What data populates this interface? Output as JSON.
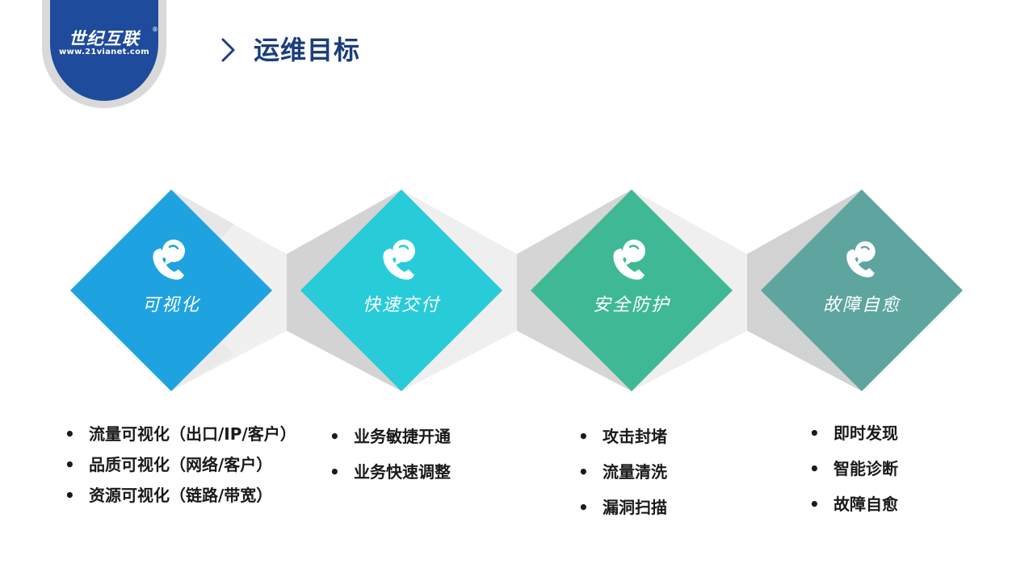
{
  "logo": {
    "brand": "世纪互联",
    "url": "www.21vianet.com",
    "reg_mark": "®"
  },
  "header": {
    "title": "运维目标"
  },
  "colors": {
    "title": "#1b3f7a",
    "logo_blue": "#1e4b9c",
    "diamond_1": "#1fa3e0",
    "diamond_2": "#27ccd8",
    "diamond_3": "#3fb995",
    "diamond_4": "#5ea49f",
    "connector": "#dcdcdc"
  },
  "goals": [
    {
      "label": "可视化",
      "icon": "phone-chat-icon",
      "items": [
        "流量可视化（出口/IP/客户）",
        "品质可视化（网络/客户）",
        "资源可视化（链路/带宽）"
      ]
    },
    {
      "label": "快速交付",
      "icon": "phone-chat-icon",
      "items": [
        "业务敏捷开通",
        "业务快速调整"
      ]
    },
    {
      "label": "安全防护",
      "icon": "phone-chat-icon",
      "items": [
        "攻击封堵",
        "流量清洗",
        "漏洞扫描"
      ]
    },
    {
      "label": "故障自愈",
      "icon": "phone-chat-icon",
      "items": [
        "即时发现",
        "智能诊断",
        "故障自愈"
      ]
    }
  ]
}
